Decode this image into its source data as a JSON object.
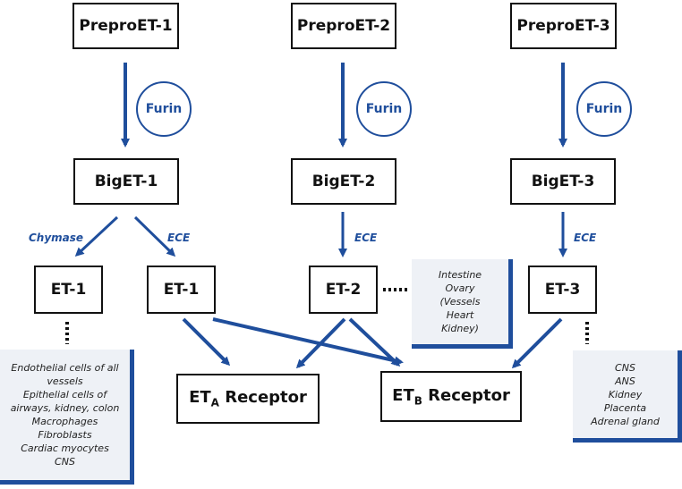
{
  "precursors": [
    "PreproET-1",
    "PreproET-2",
    "PreproET-3"
  ],
  "furin_label": "Furin",
  "big": [
    "BigET-1",
    "BigET-2",
    "BigET-3"
  ],
  "enzymes": {
    "chymase": "Chymase",
    "ece_1": "ECE",
    "ece_2": "ECE",
    "ece_3": "ECE"
  },
  "mature": {
    "et1_chymase": "ET-1",
    "et1_ece": "ET-1",
    "et2": "ET-2",
    "et3": "ET-3"
  },
  "receptors": {
    "a": {
      "prefix": "ET",
      "sub": "A",
      "suffix": " Receptor"
    },
    "b": {
      "prefix": "ET",
      "sub": "B",
      "suffix": " Receptor"
    }
  },
  "locations": {
    "et1": [
      "Endothelial cells of all",
      "vessels",
      "Epithelial cells of",
      "airways, kidney, colon",
      "Macrophages",
      "Fibroblasts",
      "Cardiac myocytes",
      "CNS"
    ],
    "et2": [
      "Intestine",
      "Ovary",
      "(Vessels",
      "Heart",
      "Kidney)"
    ],
    "et3": [
      "CNS",
      "ANS",
      "Kidney",
      "Placenta",
      "Adrenal gland"
    ]
  },
  "colors": {
    "accent": "#1f4e9c",
    "panel": "#eef1f6",
    "box_border": "#111111"
  }
}
